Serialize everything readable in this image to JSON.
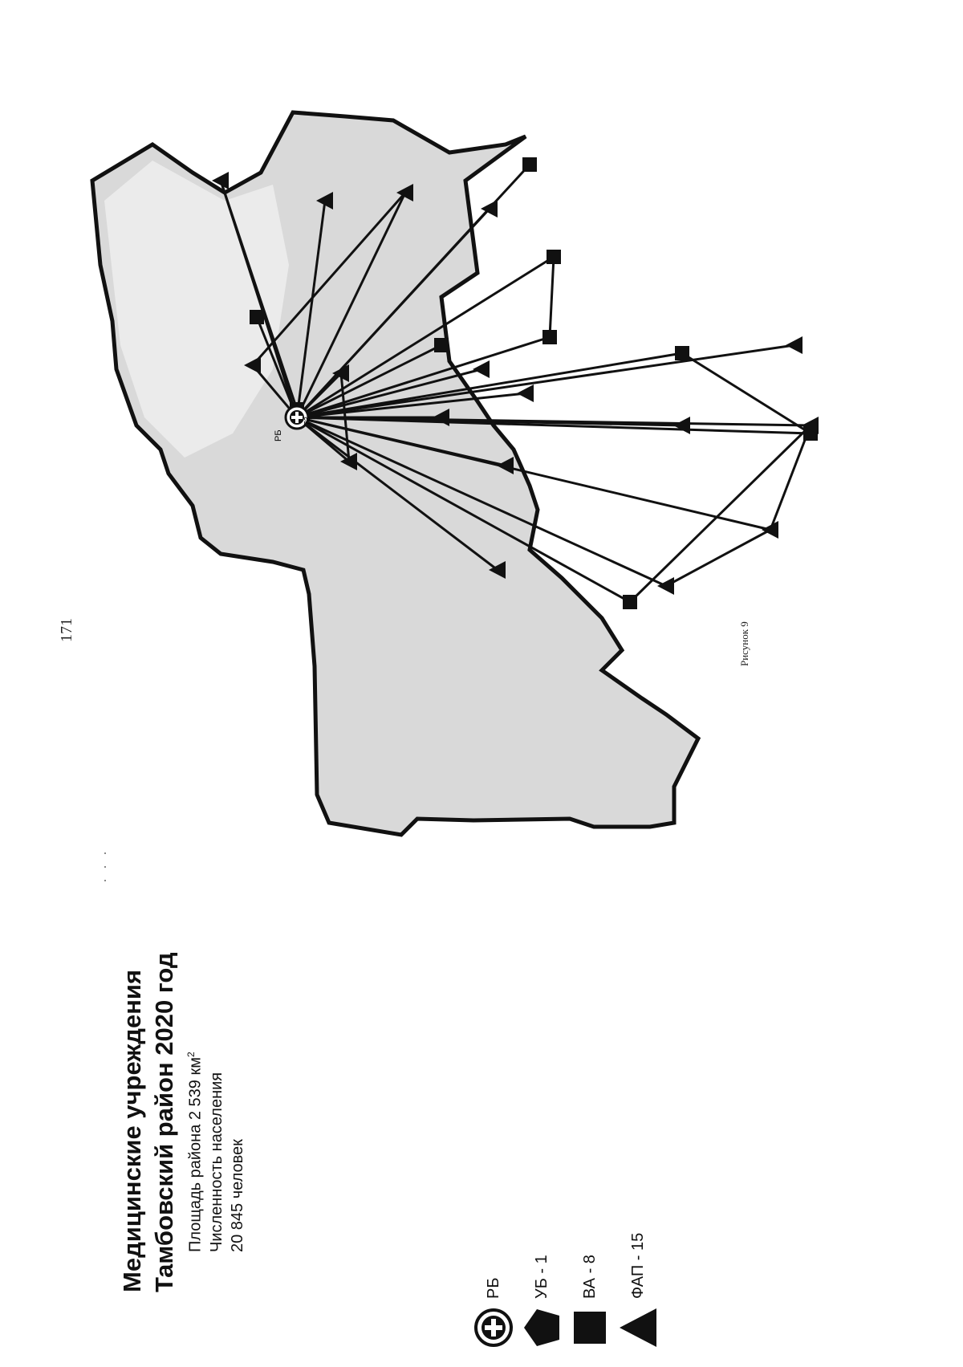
{
  "page": {
    "number": "171",
    "dots": "· · ·"
  },
  "title": {
    "line1": "Медицинские учреждения",
    "line2": "Тамбовский район 2020 год"
  },
  "info": {
    "area_prefix": "Площадь района 2 539 км",
    "area_unit_sup": "2",
    "population_label": "Численность населения",
    "population_value": "20 845 человек"
  },
  "legend": [
    {
      "symbol": "circle-plus",
      "label": "РБ"
    },
    {
      "symbol": "pentagon",
      "label": "УБ - 1"
    },
    {
      "symbol": "square",
      "label": "ВА - 8"
    },
    {
      "symbol": "triangle",
      "label": "ФАП - 15"
    }
  ],
  "map": {
    "colors": {
      "region_fill": "#d9d9d9",
      "region_light": "#ebebeb",
      "border": "#111111",
      "links": "#111111"
    },
    "hub_label": "РБ",
    "hub_annotation": "73",
    "caption": "Рисунок 9"
  }
}
